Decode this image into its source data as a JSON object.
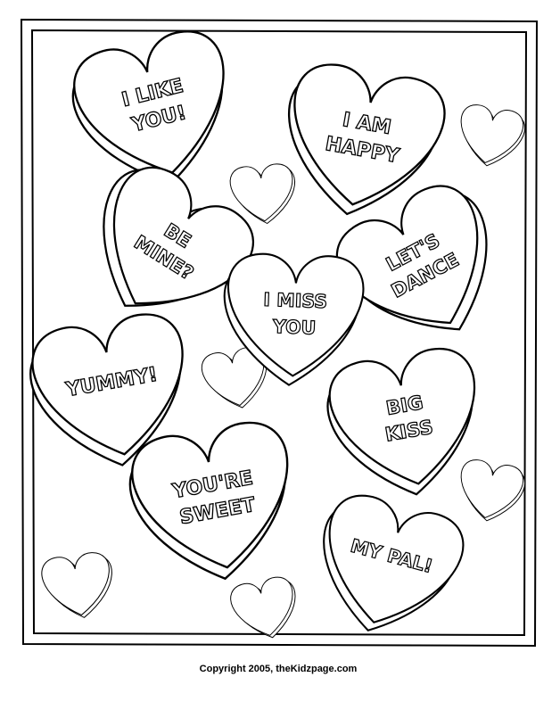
{
  "hearts": [
    {
      "line1": "I LIKE",
      "line2": "YOU!"
    },
    {
      "line1": "I AM",
      "line2": "HAPPY"
    },
    {
      "line1": "BE",
      "line2": "MINE?"
    },
    {
      "line1": "I MISS",
      "line2": "YOU"
    },
    {
      "line1": "LET'S",
      "line2": "DANCE"
    },
    {
      "line1": "YUMMY!",
      "line2": ""
    },
    {
      "line1": "BIG",
      "line2": "KISS"
    },
    {
      "line1": "YOU'RE",
      "line2": "SWEET"
    },
    {
      "line1": "MY PAL!",
      "line2": ""
    }
  ],
  "copyright": "Copyright 2005, theKidzpage.com"
}
